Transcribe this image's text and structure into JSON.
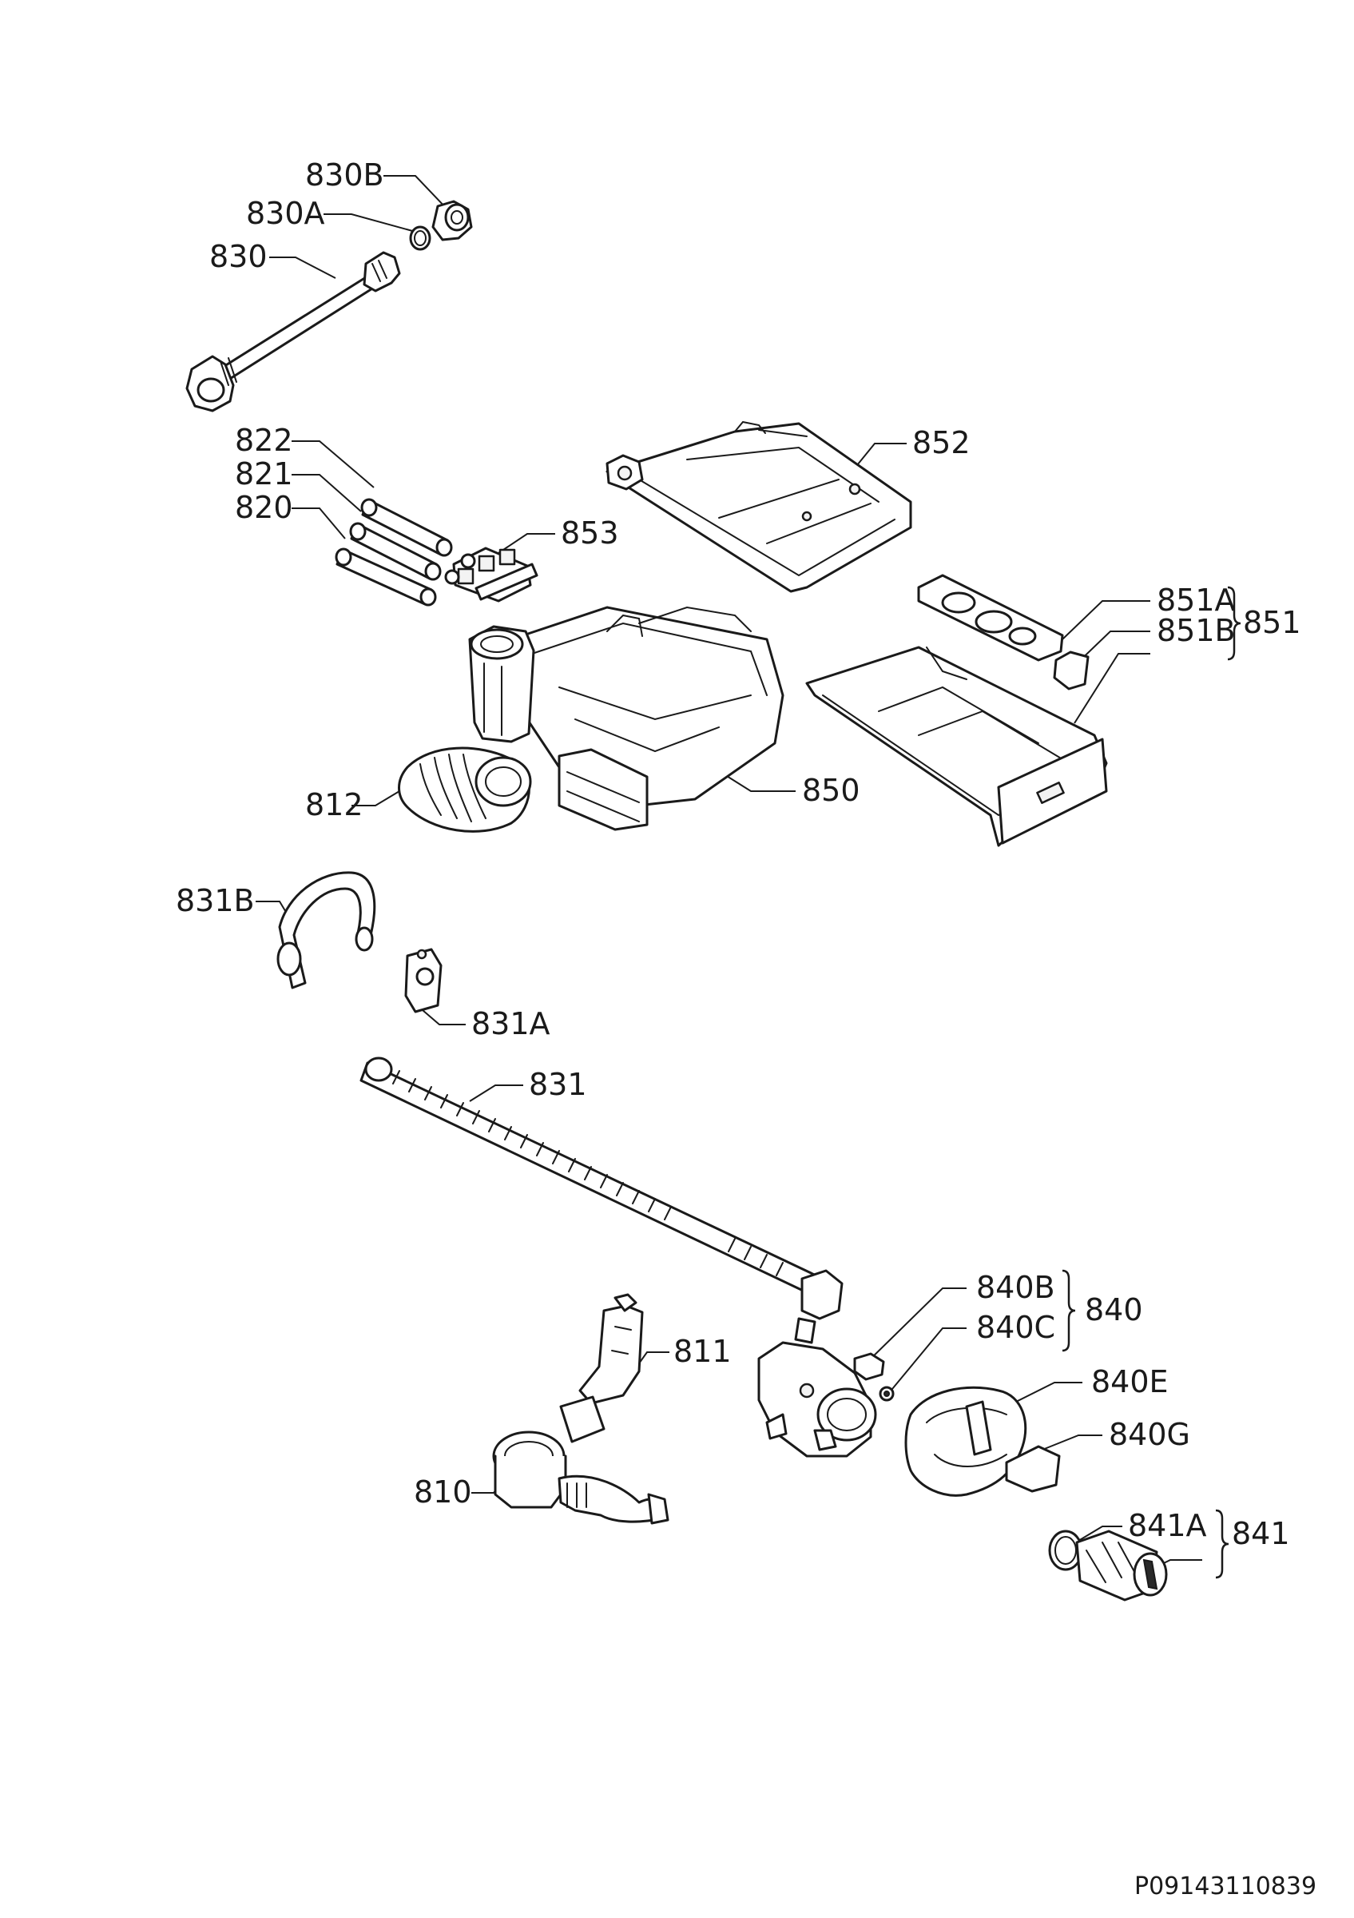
{
  "document_code": "P09143110839",
  "labels": {
    "l830B": "830B",
    "l830A": "830A",
    "l830": "830",
    "l822": "822",
    "l821": "821",
    "l820": "820",
    "l853": "853",
    "l852": "852",
    "l851A": "851A",
    "l851B": "851B",
    "l851": "851",
    "l812": "812",
    "l850": "850",
    "l831B": "831B",
    "l831A": "831A",
    "l831": "831",
    "l840B": "840B",
    "l840C": "840C",
    "l840": "840",
    "l811": "811",
    "l840E": "840E",
    "l840G": "840G",
    "l810": "810",
    "l841A": "841A",
    "l841": "841"
  }
}
